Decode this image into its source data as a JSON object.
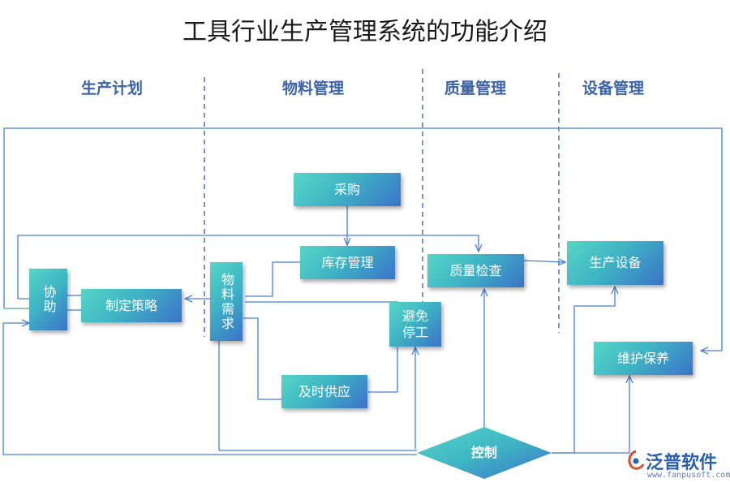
{
  "title": "工具行业生产管理系统的功能介绍",
  "columns": [
    "生产计划",
    "物料管理",
    "质量管理",
    "设备管理"
  ],
  "nodes": {
    "caigou": "采购",
    "kucun": "库存管理",
    "zhiliang": "质量检查",
    "shebei": "生产设备",
    "xiezhu": "协助",
    "celue": "制定策略",
    "wuliao": "物料需求",
    "bimian": "避免停工",
    "weihu": "维护保养",
    "gongying": "及时供应",
    "kongzhi": "控制"
  },
  "logo": {
    "name": "泛普软件",
    "url": "www.fanpusoft.com",
    "icon": "fanpu-logo-icon"
  },
  "colors": {
    "line": "#4a7fd6",
    "heading": "#3b64a8",
    "box_start": "#56d6c7",
    "box_end": "#3b73c9"
  }
}
